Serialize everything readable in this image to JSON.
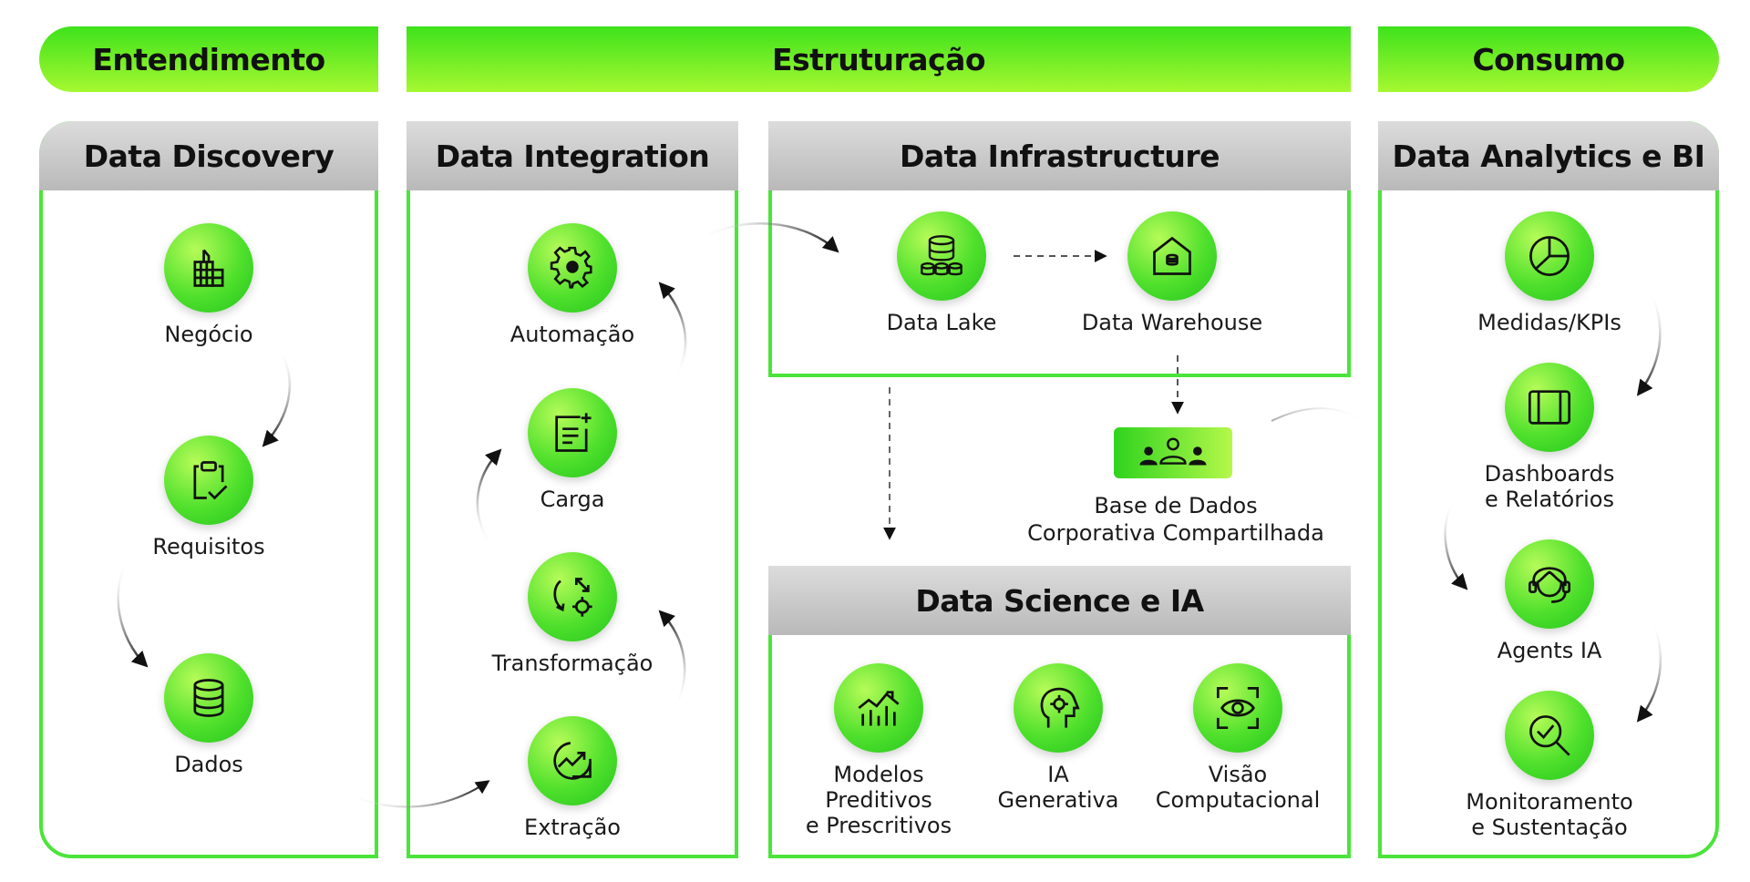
{
  "phases": {
    "entendimento": "Entendimento",
    "estruturacao": "Estruturação",
    "consumo": "Consumo"
  },
  "panels": {
    "discovery": "Data Discovery",
    "integration": "Data Integration",
    "infrastructure": "Data Infrastructure",
    "science": "Data Science e IA",
    "analytics": "Data Analytics e BI"
  },
  "discovery_items": [
    {
      "label": "Negócio",
      "icon": "building-icon"
    },
    {
      "label": "Requisitos",
      "icon": "clipboard-check-icon"
    },
    {
      "label": "Dados",
      "icon": "database-icon"
    }
  ],
  "integration_items": [
    {
      "label": "Automação",
      "icon": "gear-icon"
    },
    {
      "label": "Carga",
      "icon": "document-add-icon"
    },
    {
      "label": "Transformação",
      "icon": "transform-icon"
    },
    {
      "label": "Extração",
      "icon": "chart-up-icon"
    }
  ],
  "infrastructure_items": [
    {
      "label": "Data Lake",
      "icon": "data-lake-icon"
    },
    {
      "label": "Data Warehouse",
      "icon": "warehouse-icon"
    }
  ],
  "shared_db": {
    "label": "Base de Dados\nCorporativa Compartilhada",
    "icon": "people-icon"
  },
  "science_items": [
    {
      "label": "Modelos\nPreditivos\ne Prescritivos",
      "icon": "line-bar-chart-icon"
    },
    {
      "label": "IA\nGenerativa",
      "icon": "ai-head-icon"
    },
    {
      "label": "Visão\nComputacional",
      "icon": "eye-scan-icon"
    }
  ],
  "analytics_items": [
    {
      "label": "Medidas/KPIs",
      "icon": "pie-chart-icon"
    },
    {
      "label": "Dashboards\ne Relatórios",
      "icon": "dashboard-icon"
    },
    {
      "label": "Agents IA",
      "icon": "headset-agent-icon"
    },
    {
      "label": "Monitoramento\ne Sustentação",
      "icon": "magnifier-check-icon"
    }
  ],
  "colors": {
    "green": "#4be43a",
    "lime": "#a6f830",
    "header_gray": "#c4c4c4"
  }
}
